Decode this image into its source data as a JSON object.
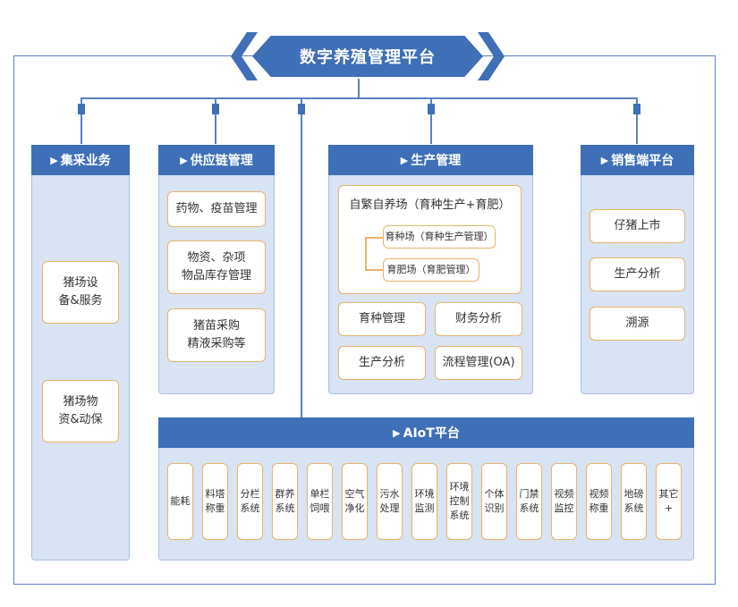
{
  "title": "数字养殖管理平台",
  "sections": {
    "collect": {
      "label": "集采业务",
      "items": [
        "猪场设\n备&服务",
        "猪场物\n资&动保"
      ]
    },
    "supply": {
      "label": "供应链管理",
      "items": [
        "药物、疫苗管理",
        "物资、杂项\n物品库存管理",
        "猪苗采购\n精液采购等"
      ]
    },
    "production": {
      "label": "生产管理",
      "farm": "自繁自养场（育种生产+育肥）",
      "sub": [
        "育种场（育种生产管理）",
        "育肥场（育肥管理）"
      ],
      "items": [
        "育种管理",
        "财务分析",
        "生产分析",
        "流程管理(OA)"
      ]
    },
    "sales": {
      "label": "销售端平台",
      "items": [
        "仔猪上市",
        "生产分析",
        "溯源"
      ]
    },
    "aiot": {
      "label": "AIoT平台",
      "items": [
        "能耗",
        "料塔\n称重",
        "分栏\n系统",
        "群养\n系统",
        "单栏\n饲喂",
        "空气\n净化",
        "污水\n处理",
        "环境\n监测",
        "环境\n控制\n系统",
        "个体\n识别",
        "门禁\n系统",
        "视频\n监控",
        "视频\n称重",
        "地磅\n系统",
        "其它\n+"
      ]
    }
  },
  "colors": {
    "primary": "#3e6fb7",
    "panel": "#d8e3f3",
    "card_border": "#e8b46a",
    "line": "#5b82c1"
  }
}
